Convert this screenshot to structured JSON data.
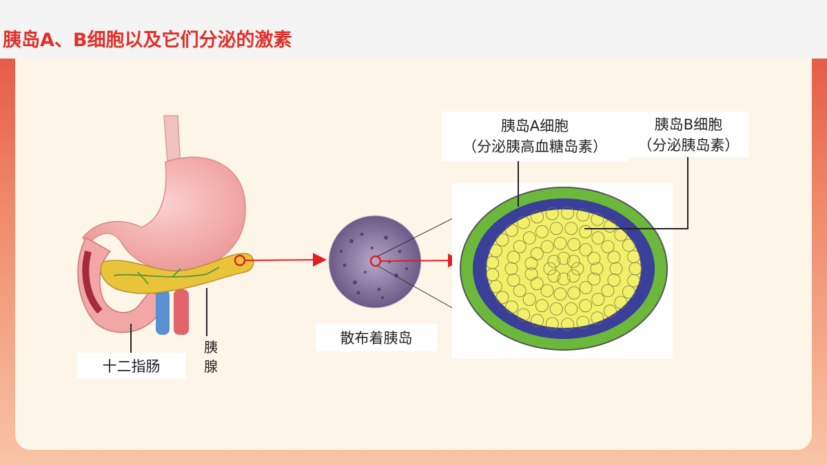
{
  "title": "胰岛A、B细胞以及它们分泌的激素",
  "labels": {
    "duodenum": "十二指肠",
    "pancreas_line1": "胰",
    "pancreas_line2": "腺",
    "islets": "散布着胰岛",
    "a_cell_line1": "胰岛A细胞",
    "a_cell_line2": "（分泌胰高血糖岛素）",
    "b_cell_line1": "胰岛B细胞",
    "b_cell_line2": "（分泌胰岛素）"
  },
  "colors": {
    "title": "#e0302a",
    "a_cell": "#3a3f9a",
    "b_cell": "#f2ef6a",
    "d_cell": "#6cb83a",
    "arrow": "#e02020"
  }
}
